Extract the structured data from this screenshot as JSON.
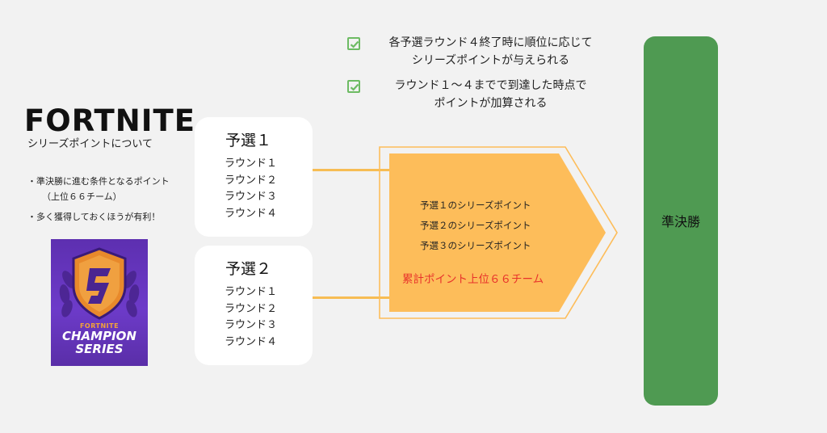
{
  "left": {
    "logo_text": "FORTNITE",
    "subtitle": "シリーズポイントについて",
    "notes": [
      {
        "line1": "・準決勝に進む条件となるポイント",
        "line2": "（上位６６チーム）"
      },
      {
        "line1": "・多く獲得しておくほうが有利！",
        "line2": ""
      }
    ],
    "badge": {
      "small": "FORTNITE",
      "line1": "CHAMPION",
      "line2": "SERIES"
    }
  },
  "qualifiers": [
    {
      "title": "予選１",
      "rounds": [
        "ラウンド１",
        "ラウンド２",
        "ラウンド３",
        "ラウンド４"
      ]
    },
    {
      "title": "予選２",
      "rounds": [
        "ラウンド１",
        "ラウンド２",
        "ラウンド３",
        "ラウンド４"
      ]
    }
  ],
  "arrow": {
    "lines": [
      "予選１のシリーズポイント",
      "予選２のシリーズポイント",
      "予選３のシリーズポイント"
    ],
    "highlight": "累計ポイント上位６６チーム"
  },
  "checklist": [
    {
      "line1": "各予選ラウンド４終了時に順位に応じて",
      "line2": "シリーズポイントが与えられる"
    },
    {
      "line1": "ラウンド１～４までで到達した時点で",
      "line2": "ポイントが加算される"
    }
  ],
  "final": {
    "label": "準決勝"
  },
  "colors": {
    "background": "#f2f2f2",
    "arrow_fill": "#fdbd5a",
    "connector": "#f7bd54",
    "final_green": "#4f9a52",
    "check_green": "#6dbb63",
    "highlight_red": "#e8322b",
    "badge_purple": "#6d3bc9"
  }
}
